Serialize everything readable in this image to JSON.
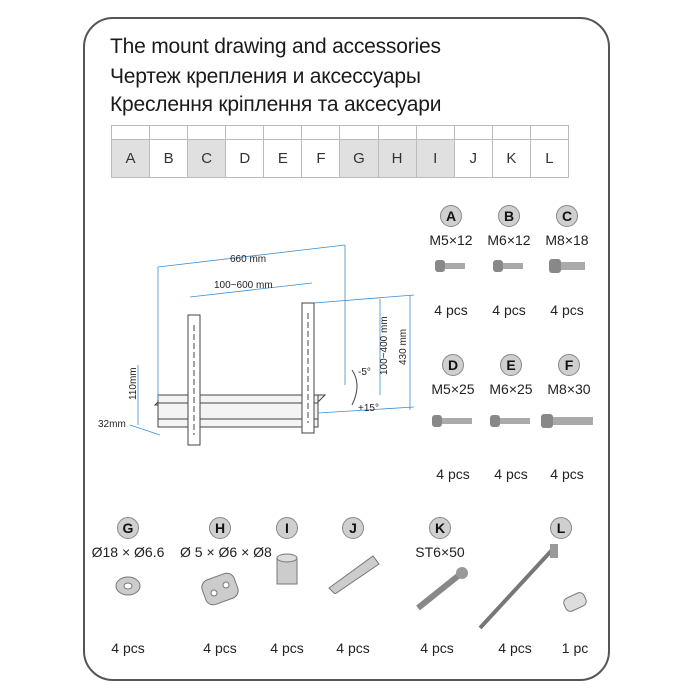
{
  "title": {
    "line1": "The mount drawing and accessories",
    "line2": "Чертеж крепления и аксессуары",
    "line3": "Креслення кріплення та аксесуари"
  },
  "parts_table": {
    "labels": [
      "A",
      "B",
      "C",
      "D",
      "E",
      "F",
      "G",
      "H",
      "I",
      "J",
      "K",
      "L"
    ],
    "highlighted": [
      "A",
      "B",
      "C",
      "G",
      "H",
      "I"
    ]
  },
  "drawing": {
    "width": "660 mm",
    "spacing": "100~600 mm",
    "vspacing": "100~400 mm",
    "height": "430 mm",
    "offset": "110mm",
    "depth": "32mm",
    "tilt_up": "-5°",
    "tilt_down": "+15°"
  },
  "accessories": [
    {
      "id": "A",
      "spec": "M5×12",
      "qty": "4 pcs"
    },
    {
      "id": "B",
      "spec": "M6×12",
      "qty": "4 pcs"
    },
    {
      "id": "C",
      "spec": "M8×18",
      "qty": "4 pcs"
    },
    {
      "id": "D",
      "spec": "M5×25",
      "qty": "4 pcs"
    },
    {
      "id": "E",
      "spec": "M6×25",
      "qty": "4 pcs"
    },
    {
      "id": "F",
      "spec": "M8×30",
      "qty": "4 pcs"
    },
    {
      "id": "G",
      "spec": "Ø18 × Ø6.6",
      "qty": "4 pcs"
    },
    {
      "id": "H",
      "spec": "Ø 5 × Ø6 × Ø8",
      "qty": "4 pcs"
    },
    {
      "id": "I",
      "spec": "",
      "qty": "4 pcs"
    },
    {
      "id": "J",
      "spec": "",
      "qty": "4 pcs"
    },
    {
      "id": "K",
      "spec": "ST6×50",
      "qty": "4 pcs"
    },
    {
      "id": "L",
      "spec": "",
      "qty": "4 pcs"
    },
    {
      "id": "L2",
      "spec": "",
      "qty": "1 pc"
    }
  ]
}
